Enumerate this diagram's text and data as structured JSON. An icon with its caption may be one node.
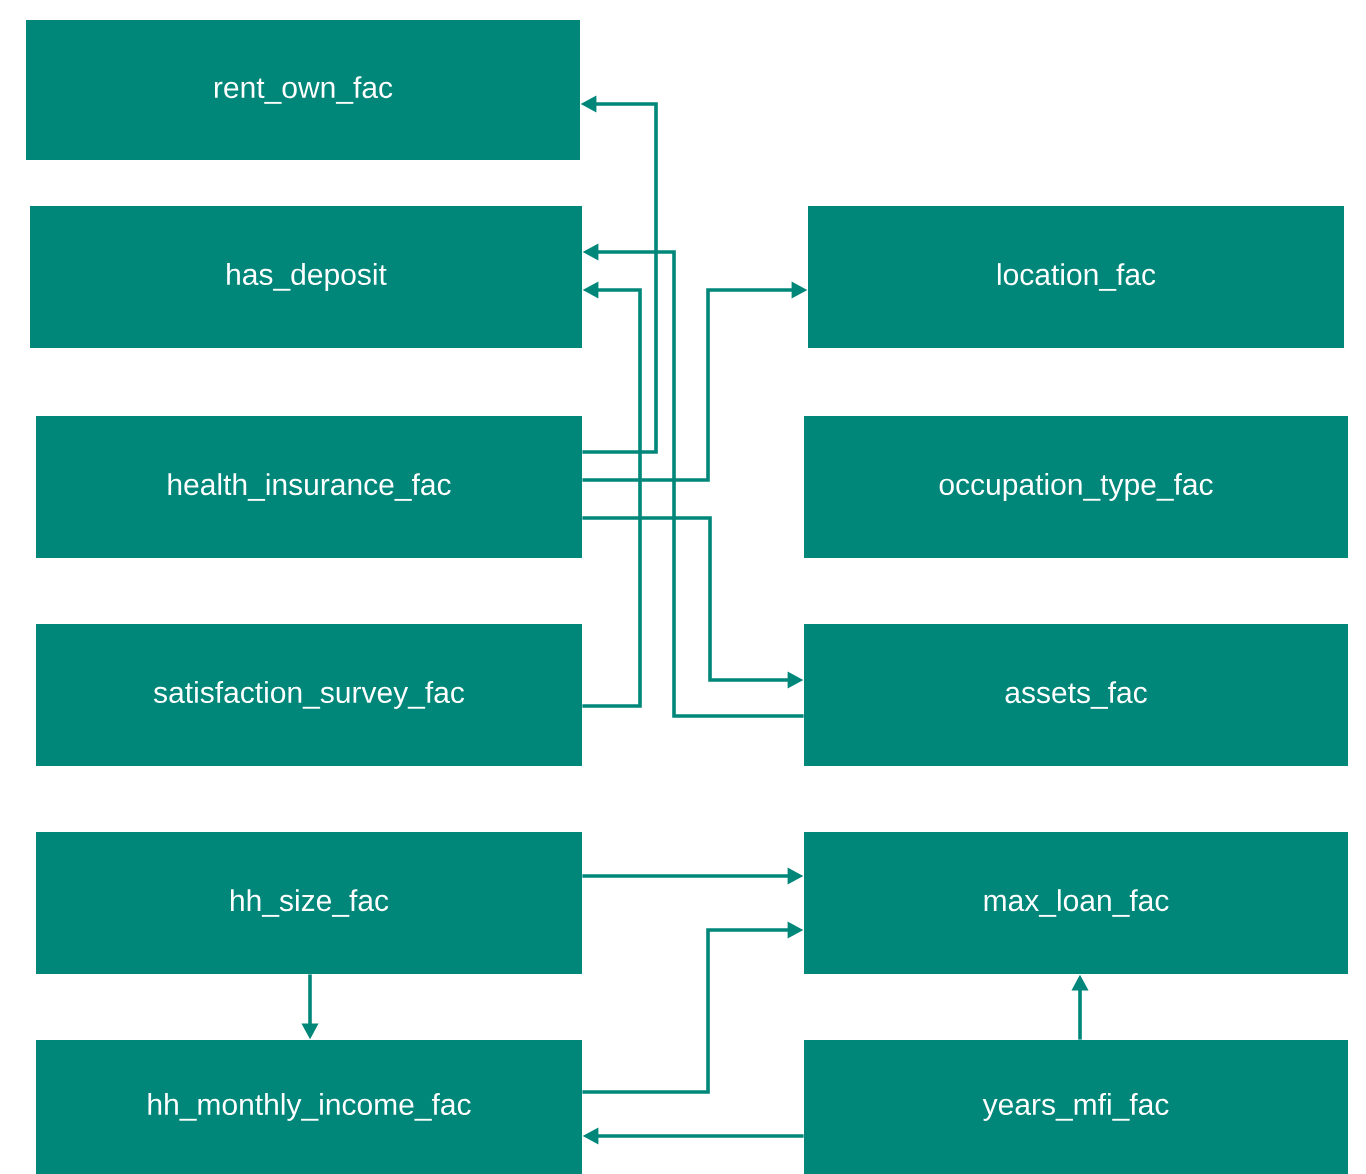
{
  "diagram": {
    "nodes": [
      {
        "text": [
          "rent_own_fac"
        ]
      },
      {
        "text": [
          "has_deposit"
        ]
      },
      {
        "text": [
          "location_fac"
        ]
      },
      {
        "text": [
          "health_insurance_fac"
        ]
      },
      {
        "text": [
          "occupation_type_fac"
        ]
      },
      {
        "text": [
          "satisfaction_survey_fac"
        ]
      },
      {
        "text": [
          "assets_fac"
        ]
      },
      {
        "text": [
          "hh_size_fac"
        ]
      },
      {
        "text": [
          "max_loan_fac"
        ]
      },
      {
        "text": [
          "hh_monthly_income_fac"
        ]
      },
      {
        "text": [
          "years_mfi_fac"
        ]
      }
    ],
    "edges": [
      {
        "from": 3,
        "to": 0,
        "arrow": "to"
      },
      {
        "from": 6,
        "to": 1,
        "arrow": "to"
      },
      {
        "from": 5,
        "to": 1,
        "arrow": "to"
      },
      {
        "from": 3,
        "to": 2,
        "arrow": "to"
      },
      {
        "from": 3,
        "to": 6,
        "arrow": "to"
      },
      {
        "from": 7,
        "to": 8,
        "arrow": "to"
      },
      {
        "from": 9,
        "to": 8,
        "arrow": "to"
      },
      {
        "from": 7,
        "to": 9,
        "arrow": "to"
      },
      {
        "from": 10,
        "to": 8,
        "arrow": "to"
      },
      {
        "from": 10,
        "to": 9,
        "arrow": "to"
      }
    ]
  }
}
